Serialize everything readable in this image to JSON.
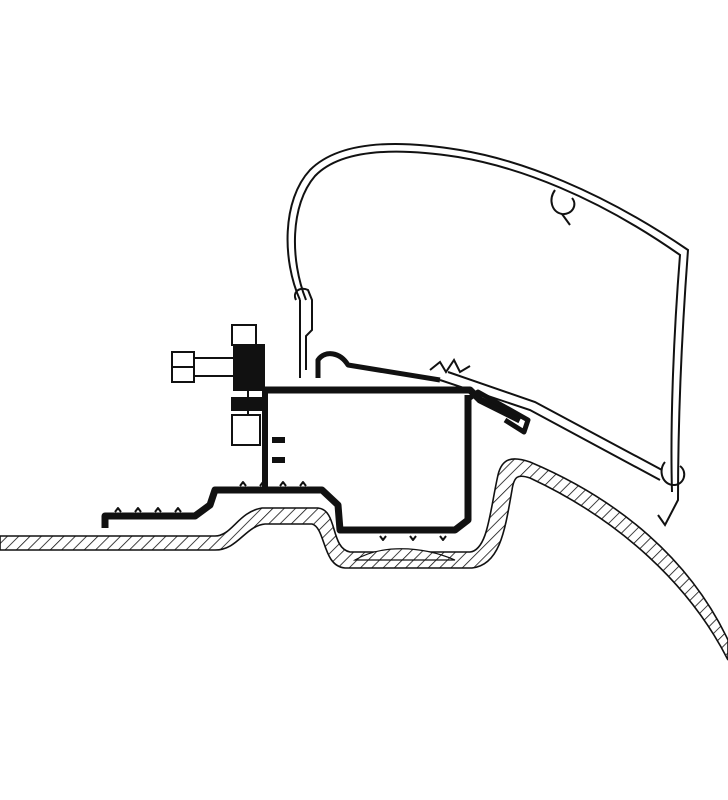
{
  "diagram": {
    "colors": {
      "background": "#ffffff",
      "line": "#111111",
      "fill_dark": "#111111",
      "fill_light": "#ffffff"
    },
    "parts": [
      {
        "id": "vehicle-roof",
        "icon": "hatched-roof-section"
      },
      {
        "id": "awning-casing",
        "icon": "awning-profile-outline"
      },
      {
        "id": "adapter-bracket",
        "icon": "black-extrusion-profile"
      },
      {
        "id": "mounting-bolt",
        "icon": "hex-bolt"
      }
    ]
  }
}
